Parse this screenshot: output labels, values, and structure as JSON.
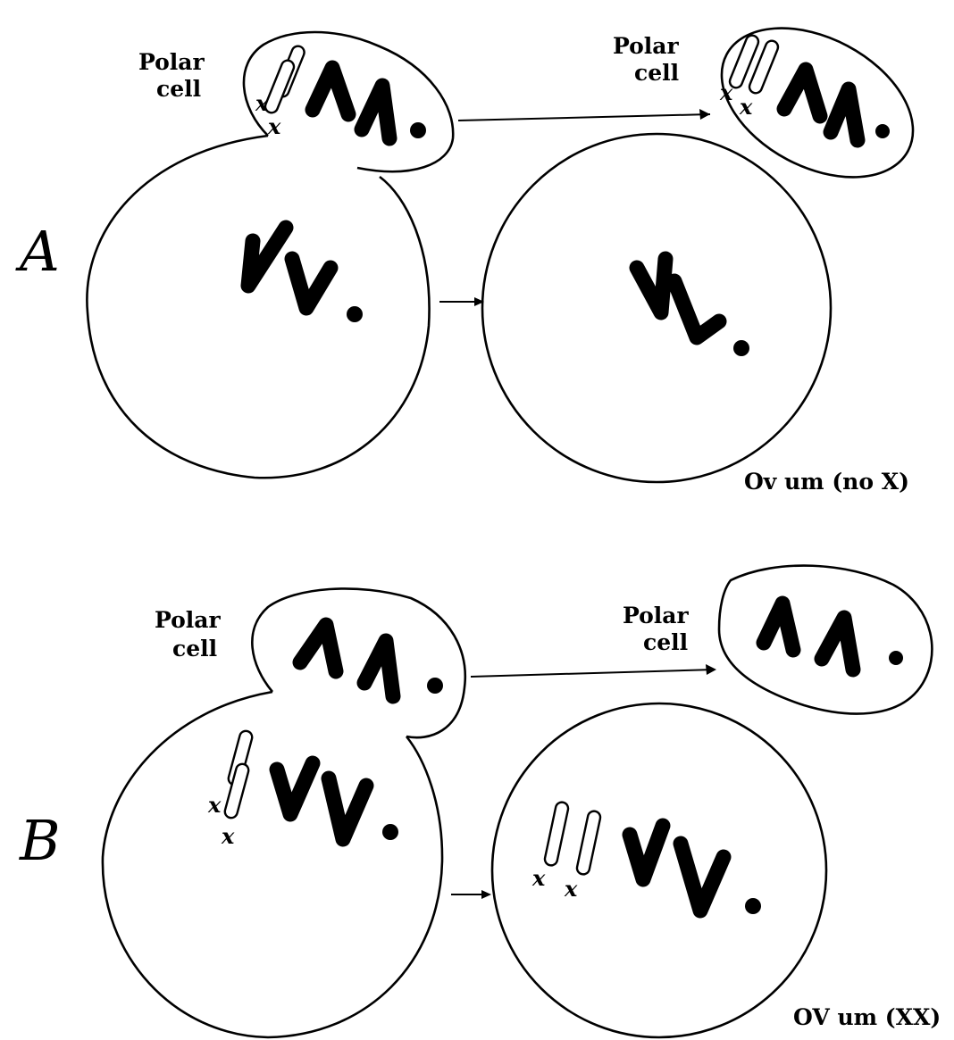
{
  "panel_a": {
    "letter": "A",
    "polar_line1": "Polar",
    "polar_line2": "cell",
    "result_polar_line1": "Polar",
    "result_polar_line2": "cell",
    "ovum_caption": "Ov um (no X)",
    "x_mark": "x"
  },
  "panel_b": {
    "letter": "B",
    "polar_line1": "Polar",
    "polar_line2": "cell",
    "result_polar_line1": "Polar",
    "result_polar_line2": "cell",
    "ovum_caption": "OV um (XX)",
    "x_mark": "x"
  }
}
